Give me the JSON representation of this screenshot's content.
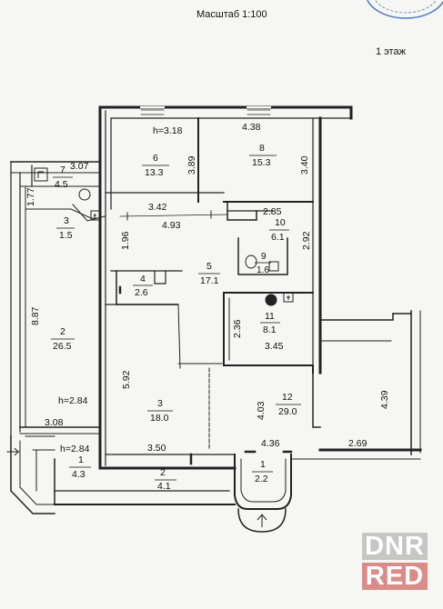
{
  "header": {
    "scale": "Масштаб 1:100",
    "floor": "1 этаж"
  },
  "rooms": [
    {
      "num": "7",
      "area": "4.5"
    },
    {
      "num": "6",
      "area": "13.3"
    },
    {
      "num": "8",
      "area": "15.3"
    },
    {
      "num": "3",
      "area": "1.5"
    },
    {
      "num": "10",
      "area": "6.1"
    },
    {
      "num": "9",
      "area": "1.6"
    },
    {
      "num": "4",
      "area": "2.6"
    },
    {
      "num": "5",
      "area": "17.1"
    },
    {
      "num": "11",
      "area": "8.1"
    },
    {
      "num": "2",
      "area": "26.5"
    },
    {
      "num": "3",
      "area": "18.0"
    },
    {
      "num": "12",
      "area": "29.0"
    },
    {
      "num": "1",
      "area": "4.3"
    },
    {
      "num": "2",
      "area": "4.1"
    },
    {
      "num": "1",
      "area": "2.2"
    }
  ],
  "dimensions": {
    "h_top": "h=3.18",
    "d438": "4.38",
    "d307": "3.07",
    "d389": "3.89",
    "d340": "3.40",
    "d177": "1.77",
    "d342": "3.42",
    "d493": "4.93",
    "d285": "2.85",
    "d196": "1.96",
    "d292": "2.92",
    "d887": "8.87",
    "d236": "2.36",
    "d345": "3.45",
    "d592": "5.92",
    "h_left": "h=2.84",
    "d403": "4.03",
    "d439": "4.39",
    "d308": "3.08",
    "d436": "4.36",
    "d269": "2.69",
    "h_bottom": "h=2.84",
    "d350": "3.50"
  },
  "logo": {
    "line1": "DNR",
    "line2": "RED"
  },
  "colors": {
    "wall": "#222222",
    "paper": "#f6f6f4",
    "stamp": "#4a7fc1",
    "logo_grey": "#9e9e9e",
    "logo_red": "#cd5f5a"
  }
}
